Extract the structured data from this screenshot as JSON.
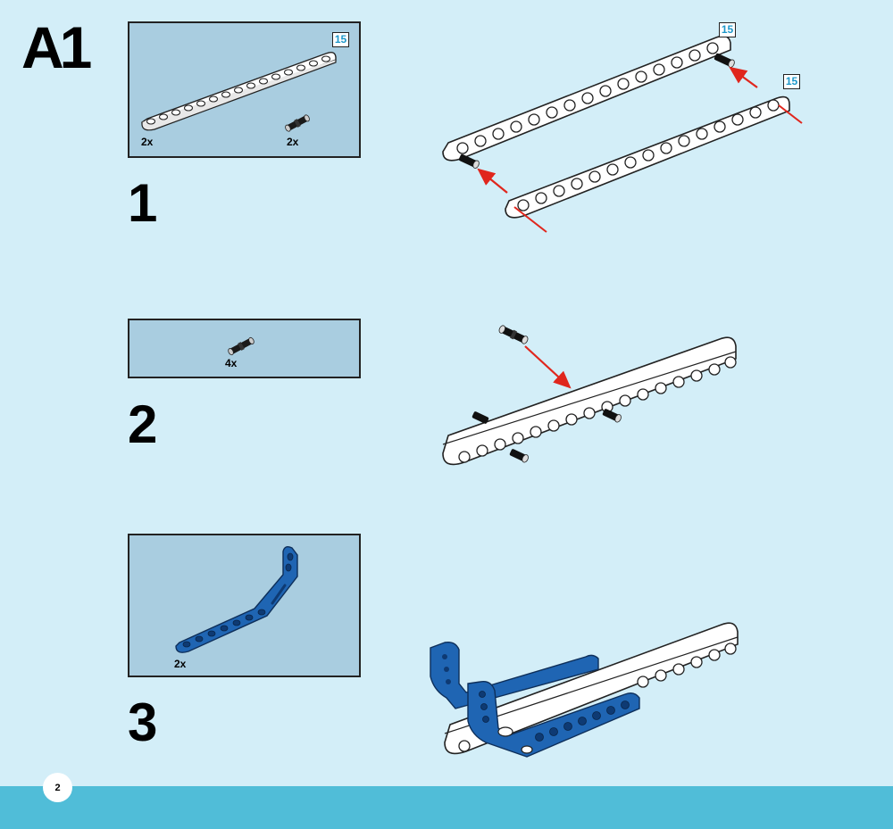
{
  "page": {
    "code": "A1",
    "page_number": "2"
  },
  "colors": {
    "background": "#d3eef8",
    "parts_box": "#a9cde0",
    "footer": "#50bdd8",
    "beam_blue": "#1f65b3",
    "arrow_red": "#e0261d",
    "badge_text": "#1d97c9"
  },
  "steps": [
    {
      "number": "1",
      "parts": [
        {
          "icon": "white-beam-15-icon",
          "qty": "2x",
          "length": "15"
        },
        {
          "icon": "black-pin-icon",
          "qty": "2x"
        }
      ],
      "callouts": [
        "15",
        "15"
      ]
    },
    {
      "number": "2",
      "parts": [
        {
          "icon": "black-pin-icon",
          "qty": "4x"
        }
      ]
    },
    {
      "number": "3",
      "parts": [
        {
          "icon": "blue-angled-beam-icon",
          "qty": "2x"
        }
      ]
    }
  ]
}
